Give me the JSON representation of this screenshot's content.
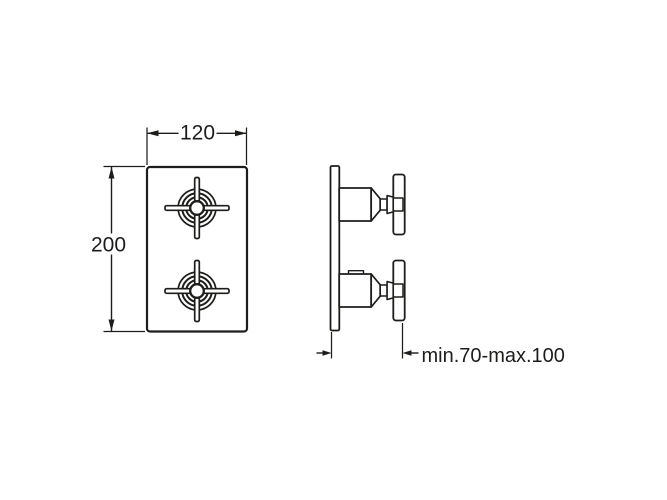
{
  "colors": {
    "line": "#1d1d1b",
    "background": "#ffffff"
  },
  "drawing": {
    "front_view": "front-view-faceplate-with-two-cross-handles",
    "side_view": "side-view-wall-plate-with-two-valve-handles"
  },
  "dimensions": {
    "width": "120",
    "height": "200",
    "depth": "min.70-max.100"
  }
}
